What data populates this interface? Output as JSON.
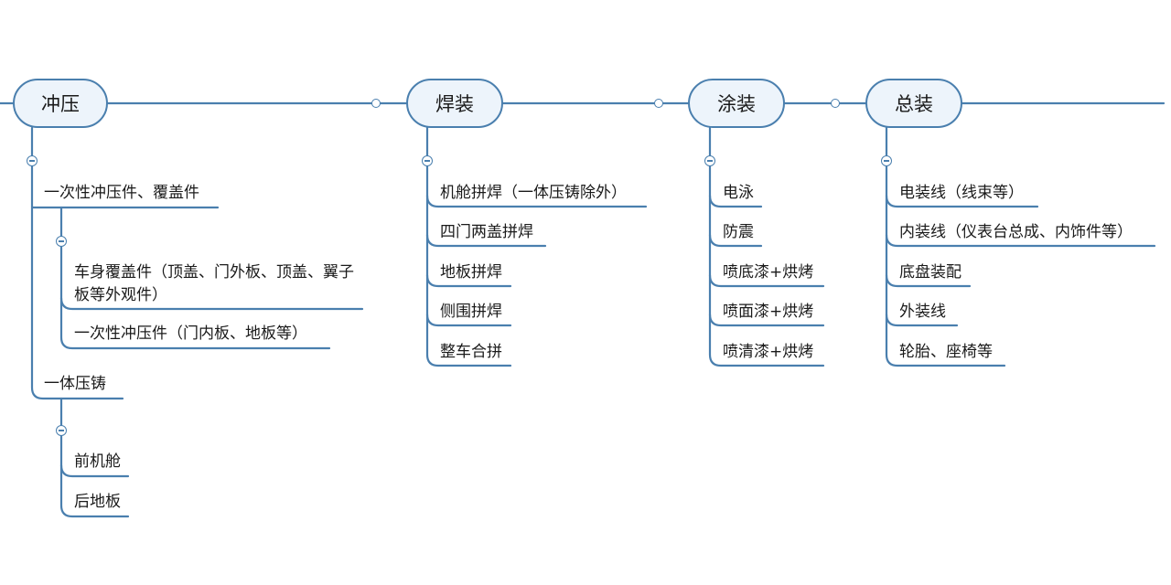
{
  "stages": [
    {
      "title": "冲压",
      "groups": [
        {
          "label": "一次性冲压件、覆盖件",
          "items": [
            "车身覆盖件（顶盖、门外板、顶盖、翼子板等外观件）",
            "一次性冲压件（门内板、地板等）"
          ]
        },
        {
          "label": "一体压铸",
          "items": [
            "前机舱",
            "后地板"
          ]
        }
      ]
    },
    {
      "title": "焊装",
      "items": [
        "机舱拼焊（一体压铸除外）",
        "四门两盖拼焊",
        "地板拼焊",
        "侧围拼焊",
        "整车合拼"
      ]
    },
    {
      "title": "涂装",
      "items": [
        "电泳",
        "防震",
        "喷底漆+烘烤",
        "喷面漆+烘烤",
        "喷清漆+烘烤"
      ]
    },
    {
      "title": "总装",
      "items": [
        "电装线（线束等）",
        "内装线（仪表台总成、内饰件等）",
        "底盘装配",
        "外装线",
        "轮胎、座椅等"
      ]
    }
  ],
  "colors": {
    "line": "#4a7fae",
    "node_fill": "#edf4fb",
    "text": "#1a1a1a"
  }
}
